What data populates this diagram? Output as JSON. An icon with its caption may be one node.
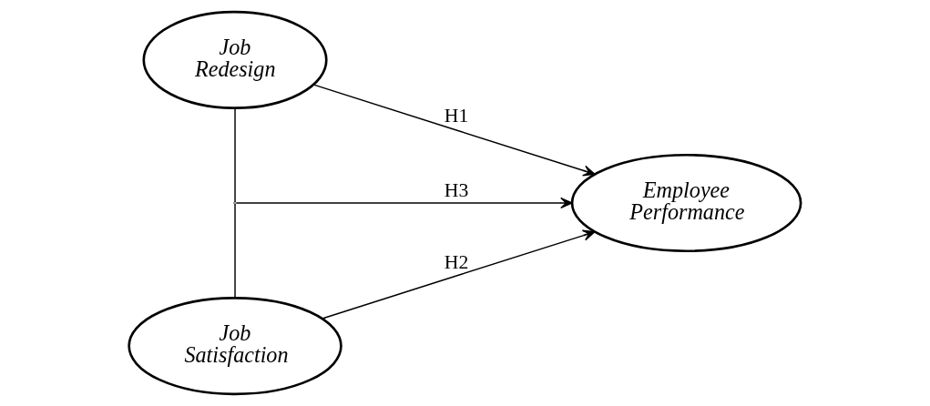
{
  "diagram": {
    "nodes": [
      {
        "text": [
          "Job Redesign"
        ]
      },
      {
        "text": [
          "Employee Performance"
        ]
      },
      {
        "text": [
          "Job Satisfaction"
        ]
      }
    ],
    "edges": [
      {
        "from": 0,
        "to": 1,
        "arrow": "to",
        "label": "H1"
      },
      {
        "from": 0,
        "to": 2,
        "arrow": "none"
      },
      {
        "from": null,
        "to": 1,
        "arrow": "to",
        "label": "H3"
      },
      {
        "from": 2,
        "to": 1,
        "arrow": "to",
        "label": "H2"
      }
    ]
  }
}
